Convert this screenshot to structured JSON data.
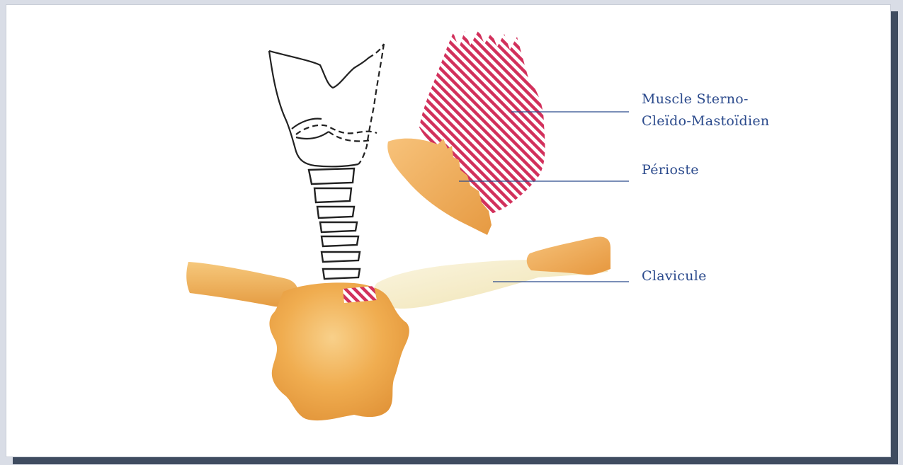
{
  "labels": {
    "muscle_line1": "Muscle Sterno-",
    "muscle_line2": "Cleïdo-Mastoïdien",
    "periosteum": "Périoste",
    "clavicle": "Clavicule"
  },
  "colors": {
    "bone_orange": "#f0a94a",
    "bone_light": "#f6ecc8",
    "muscle_red": "#d2315c",
    "leader_line": "#2b4a8c",
    "label_text": "#2b4a8c",
    "cartilage_outline": "#222222",
    "frame_shadow": "#3f4c60"
  },
  "structures": [
    "laryngeal-cartilage-outline",
    "tracheal-rings",
    "sternum-manubrium",
    "left-clavicle",
    "right-clavicle",
    "sternocleidomastoid-muscle",
    "periosteum-flap",
    "muscle-insertion-hatch"
  ]
}
